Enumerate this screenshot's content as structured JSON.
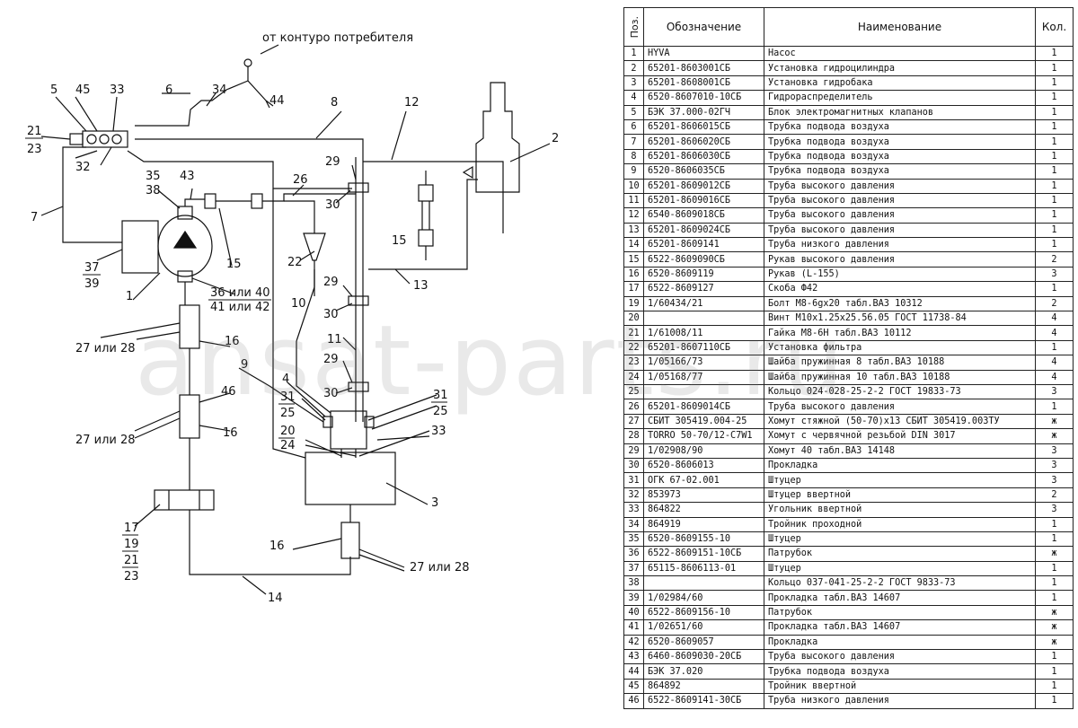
{
  "diagram": {
    "source_label": "от контуро потребителя",
    "labels": {
      "n5": "5",
      "n45": "45",
      "n33": "33",
      "n6": "6",
      "n34": "34",
      "n44": "44",
      "n8": "8",
      "n12": "12",
      "n2": "2",
      "n21": "21",
      "n23": "23",
      "n32": "32",
      "n35": "35",
      "n38": "38",
      "n43": "43",
      "n26": "26",
      "n29a": "29",
      "n30a": "30",
      "n7": "7",
      "n15a": "15",
      "n22": "22",
      "n15b": "15",
      "n37": "37",
      "n39": "39",
      "n1": "1",
      "n10": "10",
      "n29b": "29",
      "n30b": "30",
      "n13": "13",
      "n36or40": "36 или 40",
      "n41or42": "41 или 42",
      "n27or28a": "27 или 28",
      "n16a": "16",
      "n11": "11",
      "n9": "9",
      "n4": "4",
      "n29c": "29",
      "n30c": "30",
      "n31a": "31",
      "n25a": "25",
      "n31b": "31",
      "n25b": "25",
      "n46": "46",
      "n20": "20",
      "n24": "24",
      "n33b": "33",
      "n27or28b": "27 или 28",
      "n16b": "16",
      "n3": "3",
      "n17": "17",
      "n19": "19",
      "n21b": "21",
      "n23b": "23",
      "n16c": "16",
      "n27or28c": "27 или 28",
      "n14": "14"
    }
  },
  "table": {
    "headers": {
      "pos": "Поз.",
      "designation": "Обозначение",
      "name": "Наименование",
      "qty": "Кол."
    },
    "rows": [
      {
        "pos": "1",
        "designation": "HYVA",
        "name": "Насос",
        "qty": "1"
      },
      {
        "pos": "2",
        "designation": "65201-8603001СБ",
        "name": "Установка гидроцилиндра",
        "qty": "1"
      },
      {
        "pos": "3",
        "designation": "65201-8608001СБ",
        "name": "Установка гидробака",
        "qty": "1"
      },
      {
        "pos": "4",
        "designation": "6520-8607010-10СБ",
        "name": "Гидрораспределитель",
        "qty": "1"
      },
      {
        "pos": "5",
        "designation": "БЭК 37.000-02ГЧ",
        "name": "Блок электромагнитных клапанов",
        "qty": "1"
      },
      {
        "pos": "6",
        "designation": "65201-8606015СБ",
        "name": "Трубка подвода воздуха",
        "qty": "1"
      },
      {
        "pos": "7",
        "designation": "65201-8606020СБ",
        "name": "Трубка подвода воздуха",
        "qty": "1"
      },
      {
        "pos": "8",
        "designation": "65201-8606030СБ",
        "name": "Трубка подвода воздуха",
        "qty": "1"
      },
      {
        "pos": "9",
        "designation": "6520-8606035СБ",
        "name": "Трубка подвода воздуха",
        "qty": "1"
      },
      {
        "pos": "10",
        "designation": "65201-8609012СБ",
        "name": "Труба высокого давления",
        "qty": "1"
      },
      {
        "pos": "11",
        "designation": "65201-8609016СБ",
        "name": "Труба высокого давления",
        "qty": "1"
      },
      {
        "pos": "12",
        "designation": "6540-8609018СБ",
        "name": "Труба высокого давления",
        "qty": "1"
      },
      {
        "pos": "13",
        "designation": "65201-8609024СБ",
        "name": "Труба высокого давления",
        "qty": "1"
      },
      {
        "pos": "14",
        "designation": "65201-8609141",
        "name": "Труба низкого давления",
        "qty": "1"
      },
      {
        "pos": "15",
        "designation": "6522-8609090СБ",
        "name": "Рукав высокого давления",
        "qty": "2"
      },
      {
        "pos": "16",
        "designation": "6520-8609119",
        "name": "Рукав (L-155)",
        "qty": "3"
      },
      {
        "pos": "17",
        "designation": "6522-8609127",
        "name": "Скоба Ф42",
        "qty": "1"
      },
      {
        "pos": "19",
        "designation": "1/60434/21",
        "name": "Болт М8-6gх20 табл.ВАЗ 10312",
        "qty": "2"
      },
      {
        "pos": "20",
        "designation": "",
        "name": "Винт М10х1.25х25.56.05 ГОСТ 11738-84",
        "qty": "4"
      },
      {
        "pos": "21",
        "designation": "1/61008/11",
        "name": "Гайка М8-6Н табл.ВАЗ 10112",
        "qty": "4"
      },
      {
        "pos": "22",
        "designation": "65201-8607110СБ",
        "name": "Установка фильтра",
        "qty": "1"
      },
      {
        "pos": "23",
        "designation": "1/05166/73",
        "name": "Шайба пружинная 8 табл.ВАЗ 10188",
        "qty": "4"
      },
      {
        "pos": "24",
        "designation": "1/05168/77",
        "name": "Шайба пружинная 10 табл.ВАЗ 10188",
        "qty": "4"
      },
      {
        "pos": "25",
        "designation": "",
        "name": "Кольцо 024-028-25-2-2 ГОСТ 19833-73",
        "qty": "3"
      },
      {
        "pos": "26",
        "designation": "65201-8609014СБ",
        "name": "Труба высокого давления",
        "qty": "1"
      },
      {
        "pos": "27",
        "designation": "СБИТ 305419.004-25",
        "name": "Хомут стяжной (50-70)х13 СБИТ 305419.003ТУ",
        "qty": "ж"
      },
      {
        "pos": "28",
        "designation": "TORRO 50-70/12-C7W1",
        "name": "Хомут с червячной резьбой DIN 3017",
        "qty": "ж"
      },
      {
        "pos": "29",
        "designation": "1/02908/90",
        "name": "Хомут 40 табл.ВАЗ 14148",
        "qty": "3"
      },
      {
        "pos": "30",
        "designation": "6520-8606013",
        "name": "Прокладка",
        "qty": "3"
      },
      {
        "pos": "31",
        "designation": "ОГК 67-02.001",
        "name": "Штуцер",
        "qty": "3"
      },
      {
        "pos": "32",
        "designation": "853973",
        "name": "Штуцер ввертной",
        "qty": "2"
      },
      {
        "pos": "33",
        "designation": "864822",
        "name": "Угольник ввертной",
        "qty": "3"
      },
      {
        "pos": "34",
        "designation": "864919",
        "name": "Тройник проходной",
        "qty": "1"
      },
      {
        "pos": "35",
        "designation": "6520-8609155-10",
        "name": "Штуцер",
        "qty": "1"
      },
      {
        "pos": "36",
        "designation": "6522-8609151-10СБ",
        "name": "Патрубок",
        "qty": "ж"
      },
      {
        "pos": "37",
        "designation": "65115-8606113-01",
        "name": "Штуцер",
        "qty": "1"
      },
      {
        "pos": "38",
        "designation": "",
        "name": "Кольцо 037-041-25-2-2 ГОСТ 9833-73",
        "qty": "1"
      },
      {
        "pos": "39",
        "designation": "1/02984/60",
        "name": "Прокладка табл.ВАЗ 14607",
        "qty": "1"
      },
      {
        "pos": "40",
        "designation": "6522-8609156-10",
        "name": "Патрубок",
        "qty": "ж"
      },
      {
        "pos": "41",
        "designation": "1/02651/60",
        "name": "Прокладка табл.ВАЗ 14607",
        "qty": "ж"
      },
      {
        "pos": "42",
        "designation": "6520-8609057",
        "name": "Прокладка",
        "qty": "ж"
      },
      {
        "pos": "43",
        "designation": "6460-8609030-20СБ",
        "name": "Труба высокого давления",
        "qty": "1"
      },
      {
        "pos": "44",
        "designation": "БЭК 37.020",
        "name": "Трубка подвода воздуха",
        "qty": "1"
      },
      {
        "pos": "45",
        "designation": "864892",
        "name": "Тройник ввертной",
        "qty": "1"
      },
      {
        "pos": "46",
        "designation": "6522-8609141-30СБ",
        "name": "Труба низкого давления",
        "qty": "1"
      }
    ]
  },
  "watermark": "ansat-parts.ru"
}
